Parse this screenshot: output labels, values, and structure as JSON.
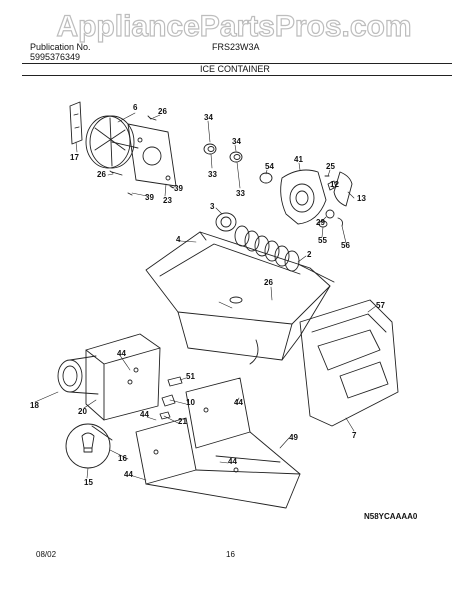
{
  "watermark": {
    "text": "AppliancePartsPros.com"
  },
  "header": {
    "publication_label": "Publication No.",
    "publication_number": "5995376349",
    "model": "FRS23W3A",
    "section_title": "ICE CONTAINER"
  },
  "callouts": [
    "6",
    "26",
    "34",
    "17",
    "34",
    "54",
    "41",
    "25",
    "26",
    "39",
    "33",
    "33",
    "12",
    "13",
    "39",
    "23",
    "3",
    "29",
    "55",
    "56",
    "4",
    "2",
    "26",
    "57",
    "44",
    "51",
    "18",
    "20",
    "10",
    "44",
    "44",
    "21",
    "44",
    "49",
    "7",
    "16",
    "15",
    "44"
  ],
  "drawing_code": "N58YCAAAA0",
  "footer": {
    "date": "08/02",
    "page": "16"
  },
  "colors": {
    "ink": "#222222",
    "watermark": "#cfcfcf"
  }
}
